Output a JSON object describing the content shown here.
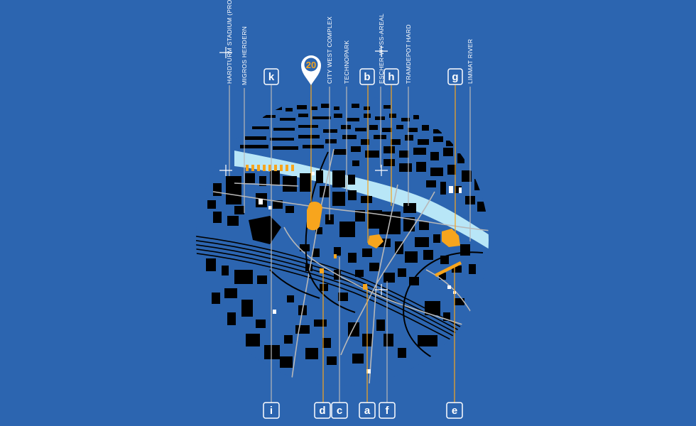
{
  "colors": {
    "background": "#2c65b0",
    "building": "#000000",
    "highlight": "#f7a51d",
    "river": "#b8e6f7",
    "label": "#ffffff",
    "leader_gray": "#b8b8b8",
    "leader_orange": "#f7a51d"
  },
  "pin": {
    "number": "20",
    "icon": "map-pin-icon"
  },
  "vertical_labels": {
    "hardturm": "HARDTURM STADIUM (PROJECT)",
    "migros": "MIGROS HERDERN",
    "citywest": "CITY WEST COMPLEX",
    "technopark": "TECHNOPARK",
    "escher": "ESCHER-WYSS-AREAL",
    "tramdepot": "TRAMDEPOT HARD",
    "limmat": "LIMMAT RIVER"
  },
  "top_markers": {
    "k": "k",
    "b": "b",
    "h": "h",
    "g": "g"
  },
  "bottom_markers": {
    "i": "i",
    "d": "d",
    "c": "c",
    "a": "a",
    "f": "f",
    "e": "e"
  }
}
